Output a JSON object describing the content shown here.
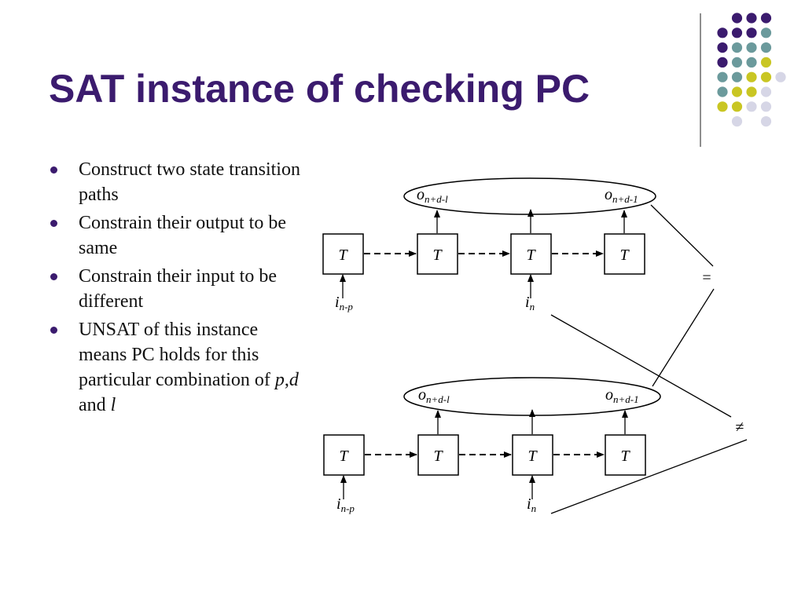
{
  "title": "SAT instance of checking PC",
  "bullets": [
    {
      "text": "Construct two state transition paths"
    },
    {
      "text": "Constrain their output to be same"
    },
    {
      "text": "Constrain their input to be different"
    },
    {
      "text_before": "UNSAT of this instance means PC holds for this particular combination of ",
      "p": "p",
      "comma": ",",
      "d": "d",
      "and": " and ",
      "l": "l"
    }
  ],
  "diagram": {
    "box_label": "T",
    "path1": {
      "boxes": [
        "T",
        "T",
        "T",
        "T"
      ],
      "output_left": {
        "main": "o",
        "sub": "n+d-l"
      },
      "output_right": {
        "main": "o",
        "sub": "n+d-1"
      },
      "input_left": {
        "main": "i",
        "sub": "n-p"
      },
      "input_right": {
        "main": "i",
        "sub": "n"
      }
    },
    "path2": {
      "boxes": [
        "T",
        "T",
        "T",
        "T"
      ],
      "output_left": {
        "main": "o",
        "sub": "n+d-l"
      },
      "output_right": {
        "main": "o",
        "sub": "n+d-1"
      },
      "input_left": {
        "main": "i",
        "sub": "n-p"
      },
      "input_right": {
        "main": "i",
        "sub": "n"
      }
    },
    "equal_symbol": "=",
    "not_equal_symbol": "≠"
  },
  "decoration": {
    "dot_colors": {
      "purple": "#3b1b6e",
      "teal": "#6b9a9c",
      "yellow": "#c9c623",
      "lavender": "#d6d6e6"
    },
    "title_color": "#3b1b6e"
  }
}
